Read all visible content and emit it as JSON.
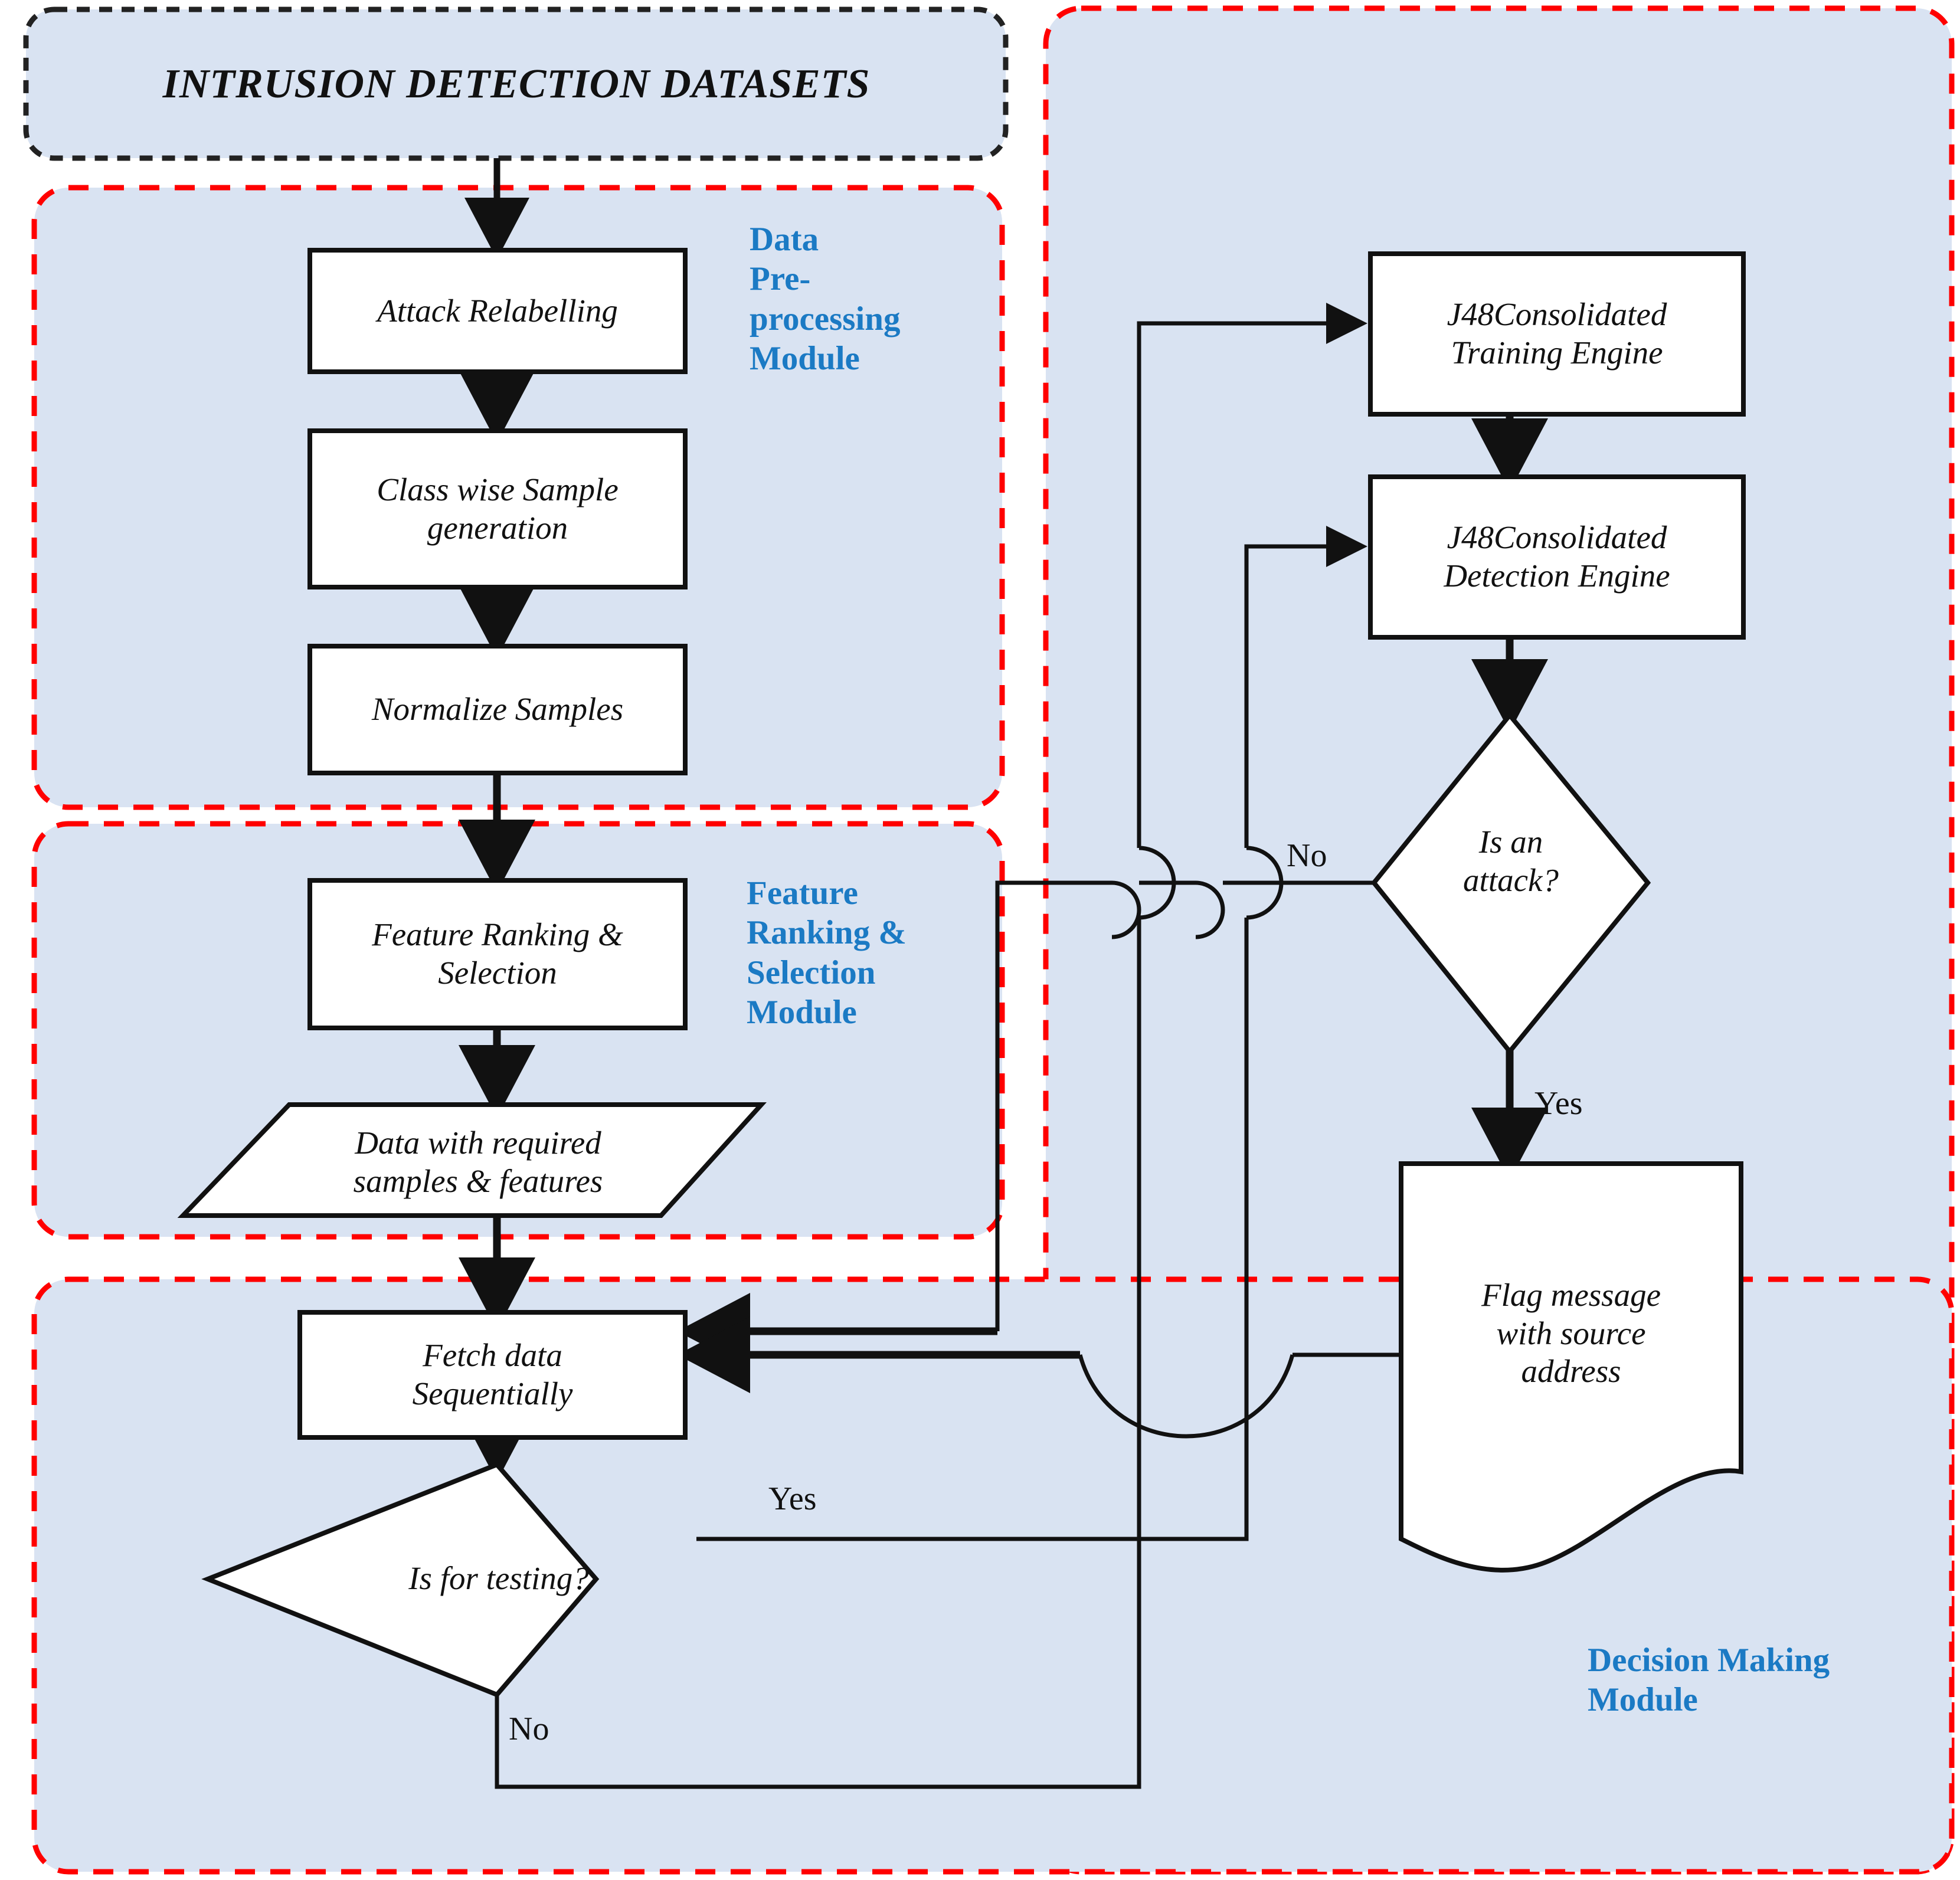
{
  "diagram": {
    "type": "flowchart",
    "title": "INTRUSION DETECTION DATASETS",
    "background_color": "#FFFFFF",
    "panel_fill_color": "#D9E3F2",
    "module_label_color": "#1B7AC4",
    "module_border_color": "#FF0000",
    "title_border_color": "#222222",
    "node_fill_color": "#FFFFFF",
    "node_border_color": "#111111"
  },
  "title_box": {
    "text": "INTRUSION DETECTION DATASETS"
  },
  "modules": [
    {
      "id": "data-preprocessing",
      "label": "Data\nPre-\nprocessing\nModule"
    },
    {
      "id": "feature-ranking-selection",
      "label": "Feature\nRanking &\nSelection\nModule"
    },
    {
      "id": "decision-making",
      "label": "Decision Making\nModule"
    }
  ],
  "nodes": [
    {
      "id": "attack-relabelling",
      "shape": "process",
      "label": "Attack Relabelling"
    },
    {
      "id": "class-wise-sample",
      "shape": "process",
      "label": "Class wise Sample\ngeneration"
    },
    {
      "id": "normalize-samples",
      "shape": "process",
      "label": "Normalize Samples"
    },
    {
      "id": "feature-ranking",
      "shape": "process",
      "label": "Feature Ranking &\nSelection"
    },
    {
      "id": "data-with-required",
      "shape": "parallelogram",
      "label": "Data with required\nsamples & features"
    },
    {
      "id": "fetch-data",
      "shape": "process",
      "label": "Fetch data\nSequentially"
    },
    {
      "id": "is-for-testing",
      "shape": "decision",
      "label": "Is for testing?"
    },
    {
      "id": "j48-training-engine",
      "shape": "process",
      "label": "J48Consolidated\nTraining Engine"
    },
    {
      "id": "j48-detection-engine",
      "shape": "process",
      "label": "J48Consolidated\nDetection Engine"
    },
    {
      "id": "is-an-attack",
      "shape": "decision",
      "label": "Is an\nattack?"
    },
    {
      "id": "flag-message",
      "shape": "document",
      "label": "Flag message\nwith source\naddress"
    }
  ],
  "edge_labels": [
    {
      "id": "attack-no",
      "text": "No"
    },
    {
      "id": "attack-yes",
      "text": "Yes"
    },
    {
      "id": "testing-yes",
      "text": "Yes"
    },
    {
      "id": "testing-no",
      "text": "No"
    }
  ],
  "edges": [
    {
      "from": "title_box",
      "to": "attack-relabelling"
    },
    {
      "from": "attack-relabelling",
      "to": "class-wise-sample"
    },
    {
      "from": "class-wise-sample",
      "to": "normalize-samples"
    },
    {
      "from": "normalize-samples",
      "to": "feature-ranking"
    },
    {
      "from": "feature-ranking",
      "to": "data-with-required"
    },
    {
      "from": "data-with-required",
      "to": "fetch-data"
    },
    {
      "from": "fetch-data",
      "to": "is-for-testing"
    },
    {
      "from": "is-for-testing",
      "to": "j48-detection-engine",
      "label": "Yes"
    },
    {
      "from": "is-for-testing",
      "to": "j48-training-engine",
      "label": "No"
    },
    {
      "from": "j48-training-engine",
      "to": "j48-detection-engine"
    },
    {
      "from": "j48-detection-engine",
      "to": "is-an-attack"
    },
    {
      "from": "is-an-attack",
      "to": "fetch-data",
      "label": "No"
    },
    {
      "from": "is-an-attack",
      "to": "flag-message",
      "label": "Yes"
    },
    {
      "from": "flag-message",
      "to": "fetch-data"
    }
  ]
}
